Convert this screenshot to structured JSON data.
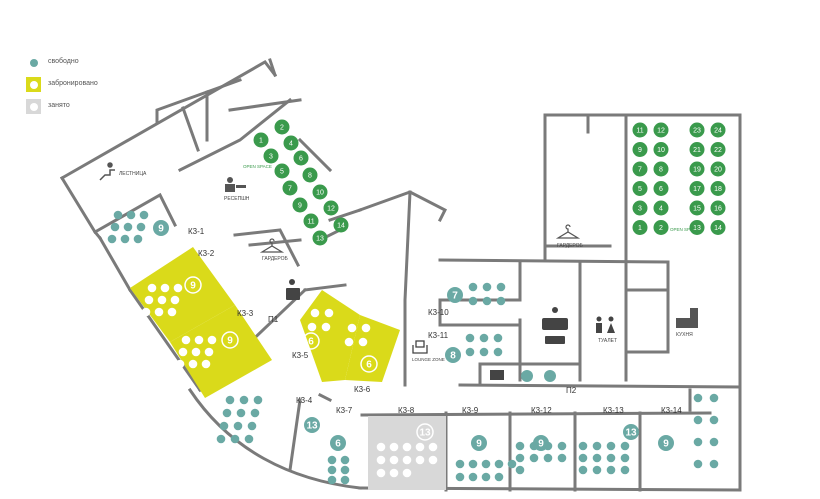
{
  "legend": {
    "free": "свободно",
    "booked": "забронировано",
    "occupied": "занято"
  },
  "colors": {
    "free": "#6aa9a4",
    "booked": "#dada1a",
    "occupied": "#d8d8d8",
    "open_space": "#3a9a4c",
    "wall": "#7a7a7a"
  },
  "labels": {
    "stairs": "ЛЕСТНИЦА",
    "reception": "РЕСЕПШН",
    "wardrobe": "ГАРДЕРОБ",
    "open_space": "OPEN SPACE",
    "lounge": "LOUNGE ZONE",
    "toilet": "ТУАЛЕТ",
    "kitchen": "КУХНЯ",
    "p1": "П1",
    "p2": "П2"
  },
  "rooms": [
    {
      "code": "К3-1",
      "seats": "9",
      "status": "free"
    },
    {
      "code": "К3-2",
      "seats": "9",
      "status": "booked"
    },
    {
      "code": "К3-3",
      "seats": "9",
      "status": "booked"
    },
    {
      "code": "К3-4",
      "seats": "13",
      "status": "free"
    },
    {
      "code": "К3-5",
      "seats": "6",
      "status": "booked"
    },
    {
      "code": "К3-6",
      "seats": "6",
      "status": "booked"
    },
    {
      "code": "К3-7",
      "seats": "6",
      "status": "free"
    },
    {
      "code": "К3-8",
      "seats": "13",
      "status": "occupied"
    },
    {
      "code": "К3-9",
      "seats": "9",
      "status": "free"
    },
    {
      "code": "К3-10",
      "seats": "7",
      "status": "free"
    },
    {
      "code": "К3-11",
      "seats": "8",
      "status": "free"
    },
    {
      "code": "К3-12",
      "seats": "9",
      "status": "free"
    },
    {
      "code": "К3-13",
      "seats": "13",
      "status": "free"
    },
    {
      "code": "К3-14",
      "seats": "9",
      "status": "free"
    }
  ],
  "open_space_1": [
    "1",
    "2",
    "3",
    "4",
    "5",
    "6",
    "7",
    "8",
    "9",
    "10",
    "11",
    "12",
    "13",
    "14"
  ],
  "open_space_2": [
    "11",
    "12",
    "9",
    "10",
    "7",
    "8",
    "5",
    "6",
    "3",
    "4",
    "1",
    "2",
    "23",
    "24",
    "21",
    "22",
    "19",
    "20",
    "17",
    "18",
    "15",
    "16",
    "13",
    "14"
  ]
}
